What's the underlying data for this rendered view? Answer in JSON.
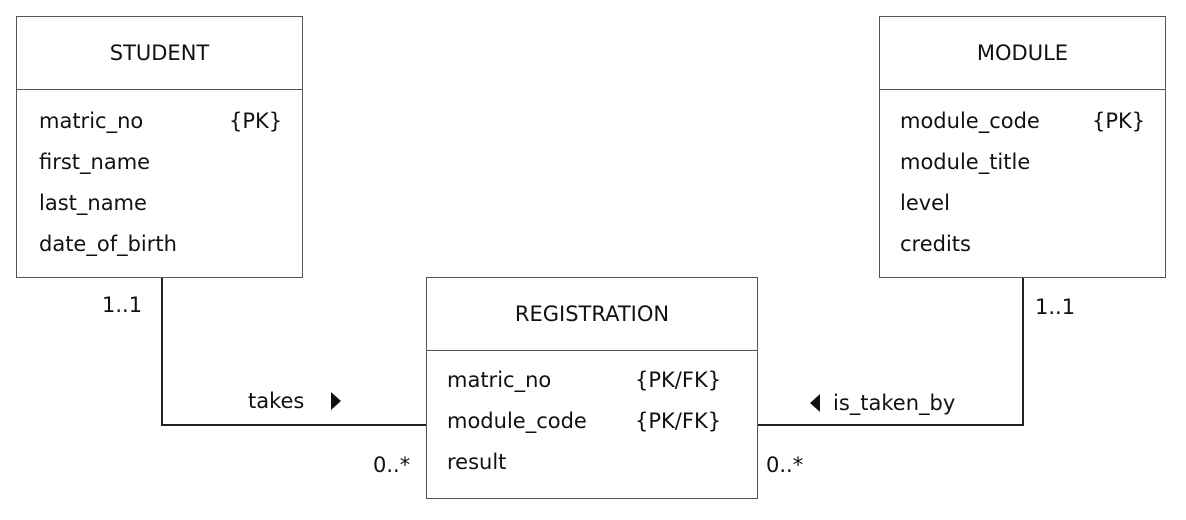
{
  "entities": {
    "student": {
      "title": "STUDENT",
      "attributes": [
        {
          "name": "matric_no",
          "key": "{PK}"
        },
        {
          "name": "first_name",
          "key": ""
        },
        {
          "name": "last_name",
          "key": ""
        },
        {
          "name": "date_of_birth",
          "key": ""
        }
      ]
    },
    "module": {
      "title": "MODULE",
      "attributes": [
        {
          "name": "module_code",
          "key": "{PK}"
        },
        {
          "name": "module_title",
          "key": ""
        },
        {
          "name": "level",
          "key": ""
        },
        {
          "name": "credits",
          "key": ""
        }
      ]
    },
    "registration": {
      "title": "REGISTRATION",
      "attributes": [
        {
          "name": "matric_no",
          "key": "{PK/FK}"
        },
        {
          "name": "module_code",
          "key": "{PK/FK}"
        },
        {
          "name": "result",
          "key": ""
        }
      ]
    }
  },
  "relationships": {
    "takes": {
      "label": "takes",
      "student_multiplicity": "1..1",
      "registration_multiplicity": "0..*"
    },
    "is_taken_by": {
      "label": "is_taken_by",
      "module_multiplicity": "1..1",
      "registration_multiplicity": "0..*"
    }
  }
}
